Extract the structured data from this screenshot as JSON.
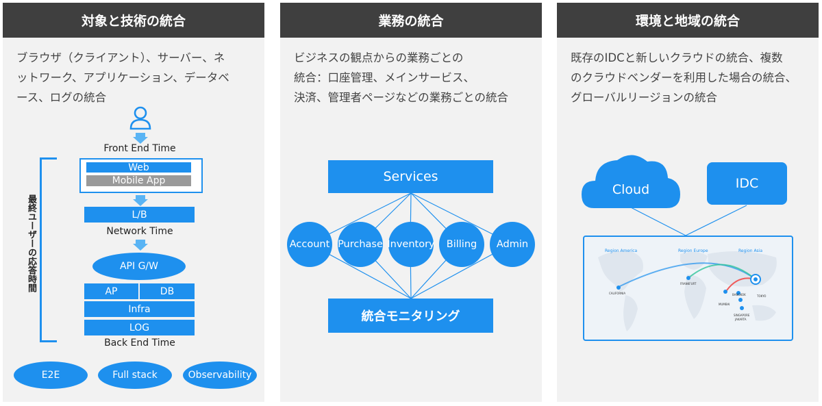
{
  "panels": [
    {
      "title": "対象と技術の統合",
      "description": "ブラウザ（クライアント）、サーバー、ネ\nットワーク、アプリケーション、データベ\nース、ログの統合",
      "front_end_time": "Front End Time",
      "web": "Web",
      "mobile_app": "Mobile App",
      "lb": "L/B",
      "network_time": "Network Time",
      "api_gw": "API G/W",
      "ap": "AP",
      "db": "DB",
      "infra": "Infra",
      "log": "LOG",
      "back_end_time": "Back End Time",
      "response_time_label": "最終ユーザーの応答時間",
      "bottom_tags": [
        "E2E",
        "Full stack",
        "Observability"
      ]
    },
    {
      "title": "業務の統合",
      "description": "ビジネスの観点からの業務ごとの\n統合：口座管理、メインサービス、\n決済、管理者ページなどの業務ごとの統合",
      "services": "Services",
      "modules": [
        "Account",
        "Purchase",
        "Inventory",
        "Billing",
        "Admin"
      ],
      "monitoring": "統合モニタリング"
    },
    {
      "title": "環境と地域の統合",
      "description": "既存のIDCと新しいクラウドの統合、複数\nのクラウドベンダーを利用した場合の統合、\nグローバルリージョンの統合",
      "cloud": "Cloud",
      "idc": "IDC",
      "regions": [
        "Region America",
        "Region Europe",
        "Region Asia"
      ],
      "cities": [
        "CALIFORNIA",
        "FRANKFURT",
        "MUMBAI",
        "BANGKOK",
        "TOKYO",
        "SINGAPORE",
        "JAKARTA"
      ]
    }
  ],
  "colors": {
    "accent": "#1e90ee",
    "header_bg": "#3f3f3f",
    "panel_bg": "#f2f2f2"
  }
}
